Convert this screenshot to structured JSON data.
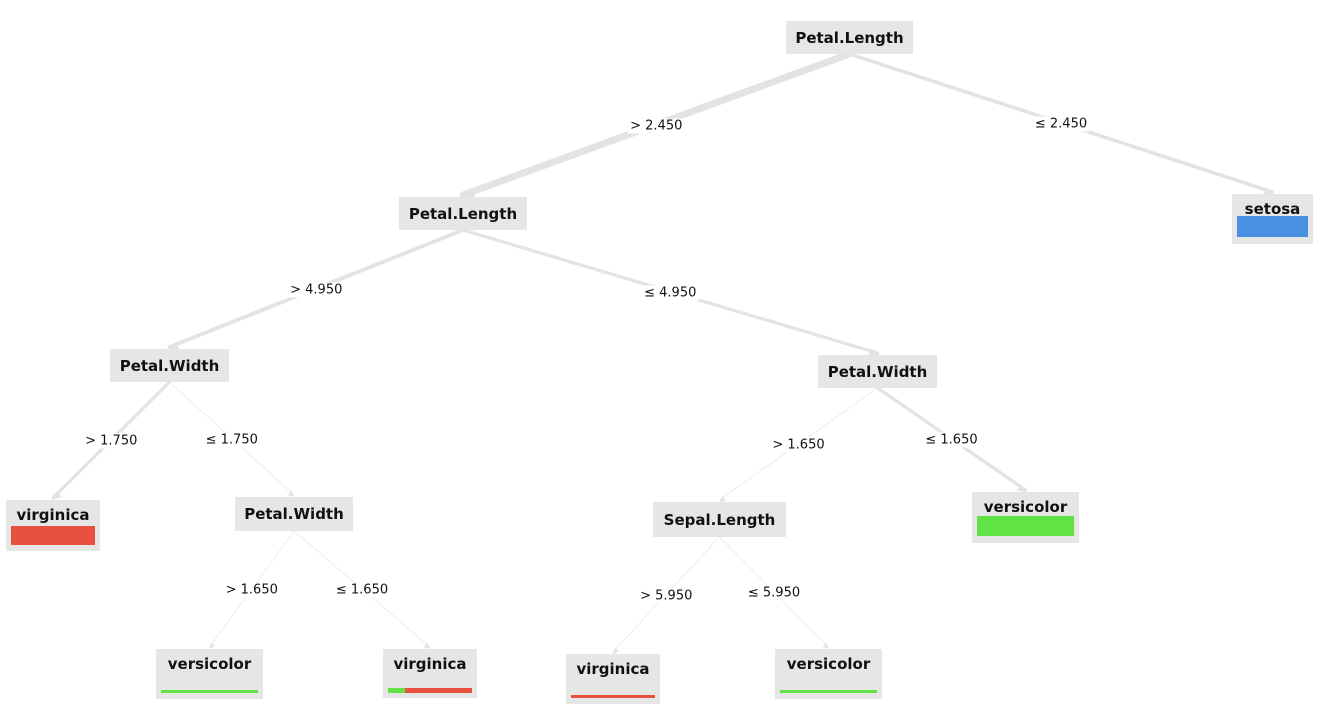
{
  "colors": {
    "setosa": "#4a90e2",
    "versicolor": "#62e345",
    "virginica": "#e8513f",
    "node_bg": "#e6e6e6",
    "edge": "#e3e3e3"
  },
  "tree": {
    "nodes": [
      {
        "id": "n0",
        "type": "split",
        "label": "Petal.Length"
      },
      {
        "id": "n1",
        "type": "split",
        "label": "Petal.Length"
      },
      {
        "id": "n2",
        "type": "leaf",
        "label": "setosa",
        "distribution": {
          "setosa": 1,
          "versicolor": 0,
          "virginica": 0
        }
      },
      {
        "id": "n3",
        "type": "split",
        "label": "Petal.Width"
      },
      {
        "id": "n4",
        "type": "split",
        "label": "Petal.Width"
      },
      {
        "id": "n5",
        "type": "leaf",
        "label": "virginica",
        "distribution": {
          "setosa": 0,
          "versicolor": 0,
          "virginica": 1
        }
      },
      {
        "id": "n6",
        "type": "split",
        "label": "Petal.Width"
      },
      {
        "id": "n7",
        "type": "split",
        "label": "Sepal.Length"
      },
      {
        "id": "n8",
        "type": "leaf",
        "label": "versicolor",
        "distribution": {
          "setosa": 0,
          "versicolor": 1,
          "virginica": 0
        }
      },
      {
        "id": "n9",
        "type": "leaf",
        "label": "versicolor",
        "distribution": {
          "setosa": 0,
          "versicolor": 1,
          "virginica": 0
        }
      },
      {
        "id": "n10",
        "type": "leaf",
        "label": "virginica",
        "distribution": {
          "setosa": 0,
          "versicolor": 0.2,
          "virginica": 0.8
        }
      },
      {
        "id": "n11",
        "type": "leaf",
        "label": "virginica",
        "distribution": {
          "setosa": 0,
          "versicolor": 0,
          "virginica": 1
        }
      },
      {
        "id": "n12",
        "type": "leaf",
        "label": "versicolor",
        "distribution": {
          "setosa": 0,
          "versicolor": 1,
          "virginica": 0
        }
      }
    ],
    "edges": [
      {
        "from": "n0",
        "to": "n1",
        "label": "> 2.450",
        "weight": 100
      },
      {
        "from": "n0",
        "to": "n2",
        "label": "≤ 2.450",
        "weight": 50
      },
      {
        "from": "n1",
        "to": "n3",
        "label": "> 4.950",
        "weight": 54
      },
      {
        "from": "n1",
        "to": "n4",
        "label": "≤ 4.950",
        "weight": 46
      },
      {
        "from": "n3",
        "to": "n5",
        "label": "> 1.750",
        "weight": 46
      },
      {
        "from": "n3",
        "to": "n6",
        "label": "≤ 1.750",
        "weight": 6
      },
      {
        "from": "n4",
        "to": "n7",
        "label": "> 1.650",
        "weight": 3
      },
      {
        "from": "n4",
        "to": "n8",
        "label": "≤ 1.650",
        "weight": 47
      },
      {
        "from": "n6",
        "to": "n9",
        "label": "> 1.650",
        "weight": 3
      },
      {
        "from": "n6",
        "to": "n10",
        "label": "≤ 1.650",
        "weight": 3
      },
      {
        "from": "n7",
        "to": "n11",
        "label": "> 5.950",
        "weight": 2
      },
      {
        "from": "n7",
        "to": "n12",
        "label": "≤ 5.950",
        "weight": 2
      }
    ]
  }
}
